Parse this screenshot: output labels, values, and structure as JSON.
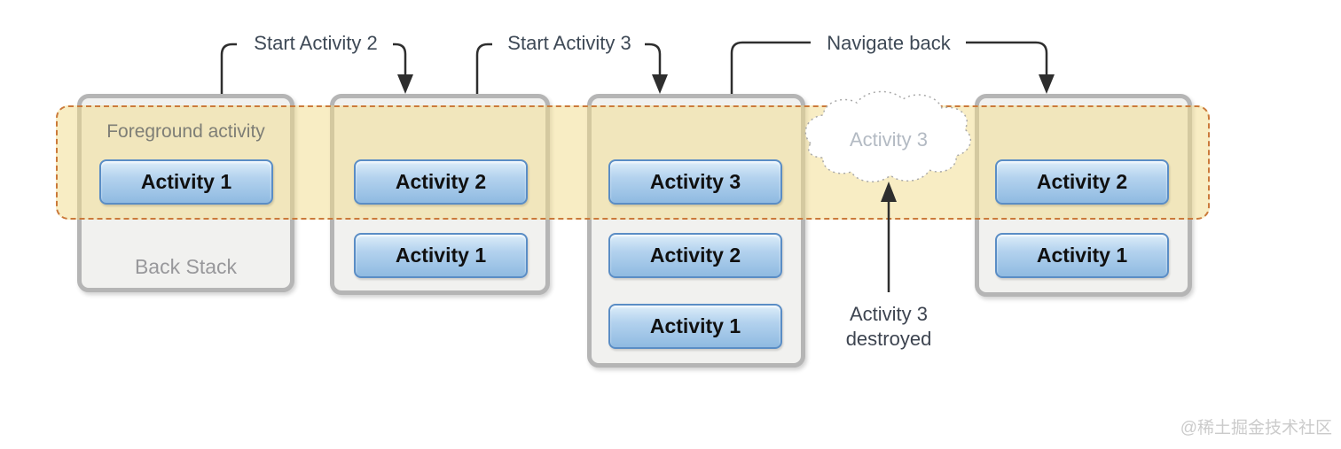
{
  "diagram": {
    "flow_labels": {
      "start_activity_2": "Start Activity 2",
      "start_activity_3": "Start Activity 3",
      "navigate_back": "Navigate back"
    },
    "band_label": "Foreground activity",
    "back_stack_label": "Back Stack",
    "stacks": [
      {
        "name": "stack-state-1",
        "buttons": [
          "Activity 1"
        ]
      },
      {
        "name": "stack-state-2",
        "buttons": [
          "Activity 2",
          "Activity 1"
        ]
      },
      {
        "name": "stack-state-3",
        "buttons": [
          "Activity 3",
          "Activity 2",
          "Activity 1"
        ]
      },
      {
        "name": "stack-state-4",
        "buttons": [
          "Activity 2",
          "Activity 1"
        ]
      }
    ],
    "destroyed": {
      "cloud_label": "Activity 3",
      "caption_line1": "Activity 3",
      "caption_line2": "destroyed"
    },
    "watermark": "@稀土掘金技术社区",
    "colors": {
      "band_fill": "#f8eec6",
      "band_border": "#cb7a3a",
      "button_border": "#5a8dc5",
      "button_gradient_top": "#dcedf9",
      "button_gradient_bottom": "#8fbae1",
      "container_border": "#b5b5b5",
      "container_fill": "#f1f1ef",
      "arrow": "#2e2e2e",
      "cloud_text": "#b3bac3"
    }
  }
}
